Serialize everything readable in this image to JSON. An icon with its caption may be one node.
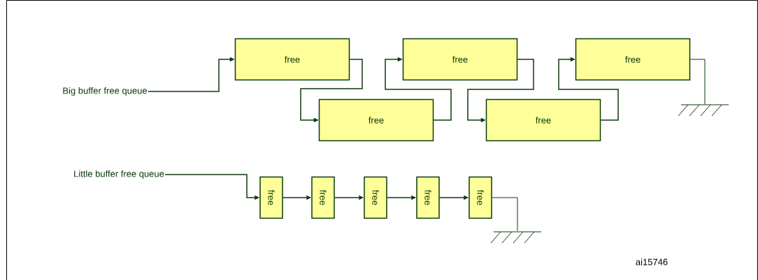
{
  "diagram": {
    "nodes": [
      {
        "text": [
          "Big buffer free queue"
        ]
      },
      {
        "text": [
          "free"
        ]
      },
      {
        "text": [
          "free"
        ]
      },
      {
        "text": [
          "free"
        ]
      },
      {
        "text": [
          "free"
        ]
      },
      {
        "text": [
          "free"
        ]
      },
      {
        "text": [],
        "shape": "ground"
      },
      {
        "text": [
          "Little buffer free queue"
        ]
      },
      {
        "text": [
          "free"
        ]
      },
      {
        "text": [
          "free"
        ]
      },
      {
        "text": [
          "free"
        ]
      },
      {
        "text": [
          "free"
        ]
      },
      {
        "text": [
          "free"
        ]
      },
      {
        "text": [],
        "shape": "ground"
      }
    ],
    "edges": [
      {
        "from": 0,
        "to": 1,
        "arrow": "to"
      },
      {
        "from": 1,
        "to": 2,
        "arrow": "to"
      },
      {
        "from": 2,
        "to": 3,
        "arrow": "to"
      },
      {
        "from": 3,
        "to": 4,
        "arrow": "to"
      },
      {
        "from": 4,
        "to": 5,
        "arrow": "to"
      },
      {
        "from": 5,
        "to": 6,
        "arrow": "none"
      },
      {
        "from": 7,
        "to": 8,
        "arrow": "to"
      },
      {
        "from": 8,
        "to": 9,
        "arrow": "to"
      },
      {
        "from": 9,
        "to": 10,
        "arrow": "to"
      },
      {
        "from": 10,
        "to": 11,
        "arrow": "to"
      },
      {
        "from": 11,
        "to": 12,
        "arrow": "to"
      },
      {
        "from": 12,
        "to": 13,
        "arrow": "none"
      }
    ],
    "labels": [
      "ai15746"
    ]
  }
}
